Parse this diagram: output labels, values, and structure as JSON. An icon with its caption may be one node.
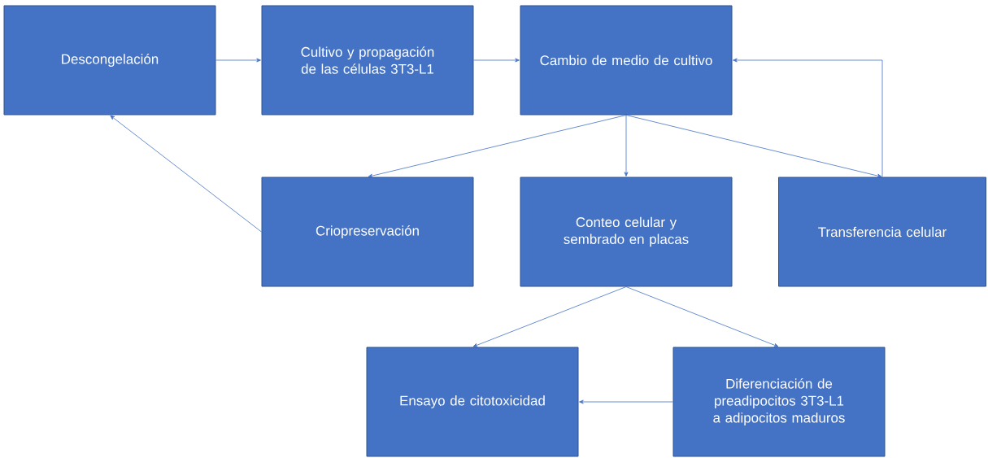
{
  "diagram": {
    "nodes": [
      {
        "text": [
          "Descongelación"
        ]
      },
      {
        "text": [
          "Cultivo y propagación de las células 3T3-L1"
        ]
      },
      {
        "text": [
          "Cambio de medio de cultivo"
        ]
      },
      {
        "text": [
          "Criopreservación"
        ]
      },
      {
        "text": [
          "Conteo celular y sembrado en placas"
        ]
      },
      {
        "text": [
          "Transferencia celular"
        ]
      },
      {
        "text": [
          "Ensayo de citotoxicidad"
        ]
      },
      {
        "text": [
          "Diferenciación de preadipocitos 3T3-L1 a adipocitos maduros"
        ]
      }
    ],
    "edges": [
      {
        "from": 0,
        "to": 1,
        "arrow": "to"
      },
      {
        "from": 1,
        "to": 2,
        "arrow": "to"
      },
      {
        "from": 2,
        "to": 3,
        "arrow": "to"
      },
      {
        "from": 2,
        "to": 4,
        "arrow": "to"
      },
      {
        "from": 2,
        "to": 5,
        "arrow": "to"
      },
      {
        "from": 5,
        "to": 2,
        "arrow": "to"
      },
      {
        "from": 3,
        "to": 0,
        "arrow": "to"
      },
      {
        "from": 4,
        "to": 6,
        "arrow": "to"
      },
      {
        "from": 4,
        "to": 7,
        "arrow": "to"
      },
      {
        "from": 7,
        "to": 6,
        "arrow": "to"
      }
    ]
  }
}
